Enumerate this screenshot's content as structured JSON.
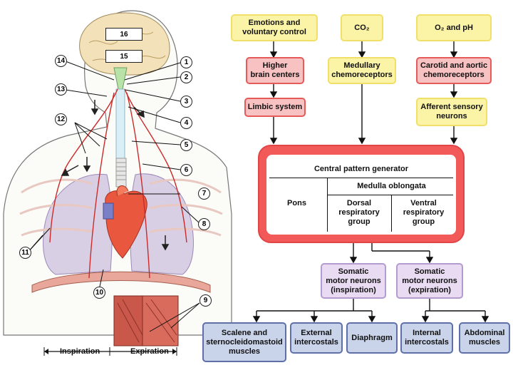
{
  "top_sources": {
    "emotions": "Emotions and\nvoluntary control",
    "co2": "CO₂",
    "o2_ph": "O₂ and pH"
  },
  "second_row": {
    "higher_brain": "Higher\nbrain centers",
    "medullary": "Medullary\nchemoreceptors",
    "carotid": "Carotid and aortic\nchemoreceptors"
  },
  "third_row": {
    "limbic": "Limbic system",
    "afferent": "Afferent sensory\nneurons"
  },
  "central": {
    "title": "Central pattern generator",
    "medulla": "Medulla oblongata",
    "pons": "Pons",
    "dorsal": "Dorsal\nrespiratory\ngroup",
    "ventral": "Ventral\nrespiratory\ngroup"
  },
  "motor": {
    "inspiration": "Somatic\nmotor neurons\n(inspiration)",
    "expiration": "Somatic\nmotor neurons\n(expiration)"
  },
  "muscles": {
    "scalene": "Scalene and\nsternocleidomastoid\nmuscles",
    "external": "External\nintercostals",
    "diaphragm": "Diaphragm",
    "internal": "Internal\nintercostals",
    "abdominal": "Abdominal\nmuscles"
  },
  "anatomy": {
    "markers": [
      "1",
      "2",
      "3",
      "4",
      "5",
      "6",
      "7",
      "8",
      "9",
      "10",
      "11",
      "12",
      "13",
      "14",
      "15",
      "16"
    ],
    "inspiration_label": "Inspiration",
    "expiration_label": "Expiration"
  },
  "colors": {
    "yellow": "#fbf3a6",
    "red": "#f25a5a",
    "purple": "#e9dcf2",
    "blue": "#c9d3ea"
  }
}
